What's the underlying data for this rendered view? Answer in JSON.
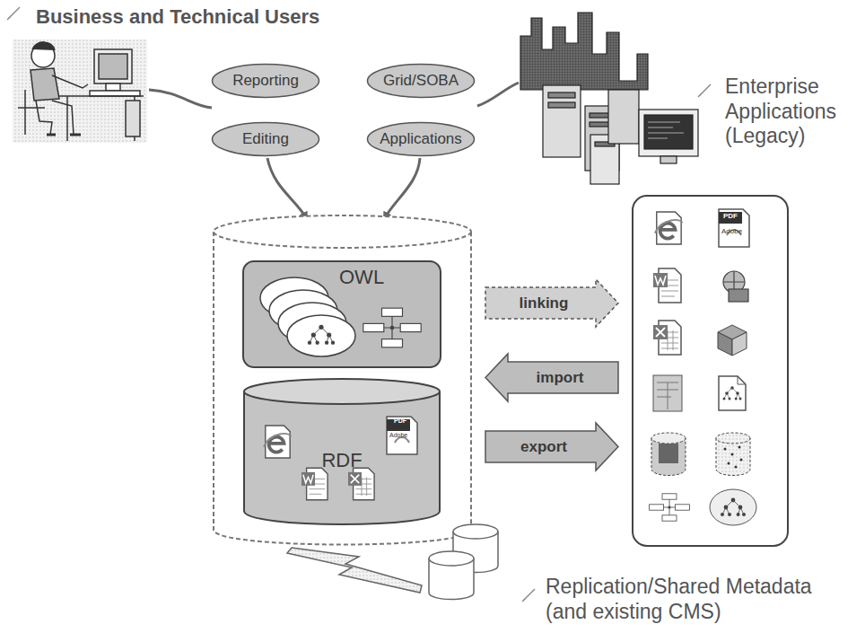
{
  "diagram": {
    "nodes": [
      {
        "text": [
          "Reporting"
        ]
      },
      {
        "text": [
          "Grid/SOBA"
        ]
      },
      {
        "text": [
          "Editing"
        ]
      },
      {
        "text": [
          "Applications"
        ]
      },
      {
        "text": [
          "OWL"
        ]
      },
      {
        "text": [
          "linking"
        ]
      },
      {
        "text": [
          "import"
        ]
      },
      {
        "text": [
          "RDF"
        ]
      },
      {
        "text": [
          "export"
        ]
      }
    ],
    "labels": [
      "Business and Technical Users",
      "Enterprise Applications (Legacy)",
      "PDF",
      "Adobe",
      "PDF",
      "Adobe",
      "Replication/Shared Metadata (and existing CMS)"
    ]
  }
}
